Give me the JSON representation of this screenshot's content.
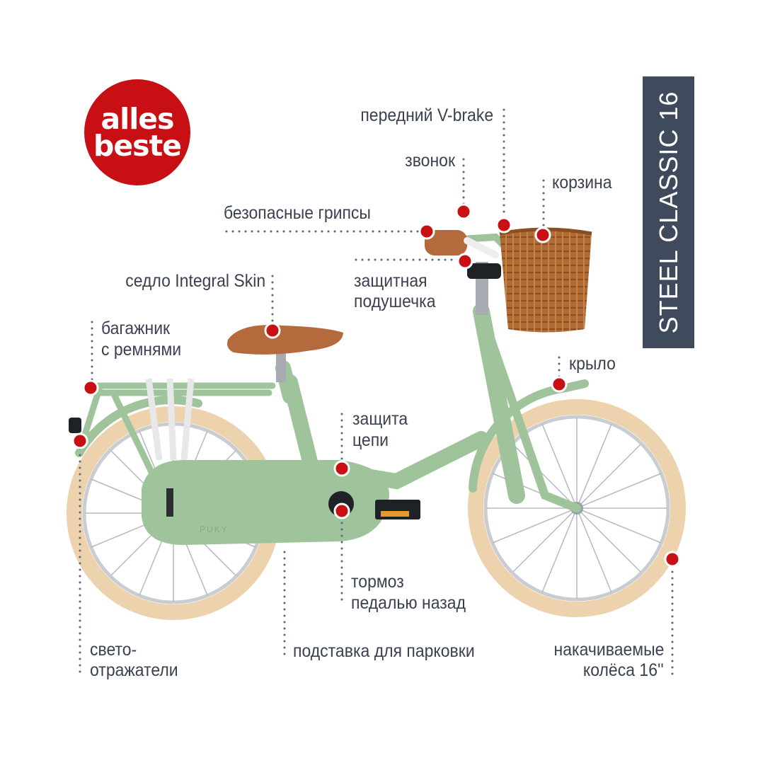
{
  "colors": {
    "accent": "#c80f14",
    "frame": "#9fc49c",
    "frame_dark": "#7fa87c",
    "tire": "#ecd3ad",
    "saddle": "#b56a3d",
    "basket": "#b06b35",
    "model_box": "#3f4a5c",
    "text": "#3a4150",
    "dots": "#5d6678"
  },
  "badge": {
    "line1": "alles",
    "line2": "beste"
  },
  "model": {
    "name": "STEEL CLASSIC 16"
  },
  "labels": {
    "front_vbrake": "передний V-brake",
    "bell": "звонок",
    "basket": "корзина",
    "grips": "безопасные грипсы",
    "pad_line1": "защитная",
    "pad_line2": "подушечка",
    "saddle": "седло Integral Skin",
    "rack_line1": "багажник",
    "rack_line2": "с ремнями",
    "fender": "крыло",
    "chainguard_line1": "защита",
    "chainguard_line2": "цепи",
    "coaster_line1": "тормоз",
    "coaster_line2": "педалью назад",
    "reflectors_line1": "свето-",
    "reflectors_line2": "отражатели",
    "kickstand": "подставка для парковки",
    "wheels_line1": "накачиваемые",
    "wheels_line2": "колёса 16''"
  },
  "brand": {
    "chainguard_logo": "PUKY"
  }
}
